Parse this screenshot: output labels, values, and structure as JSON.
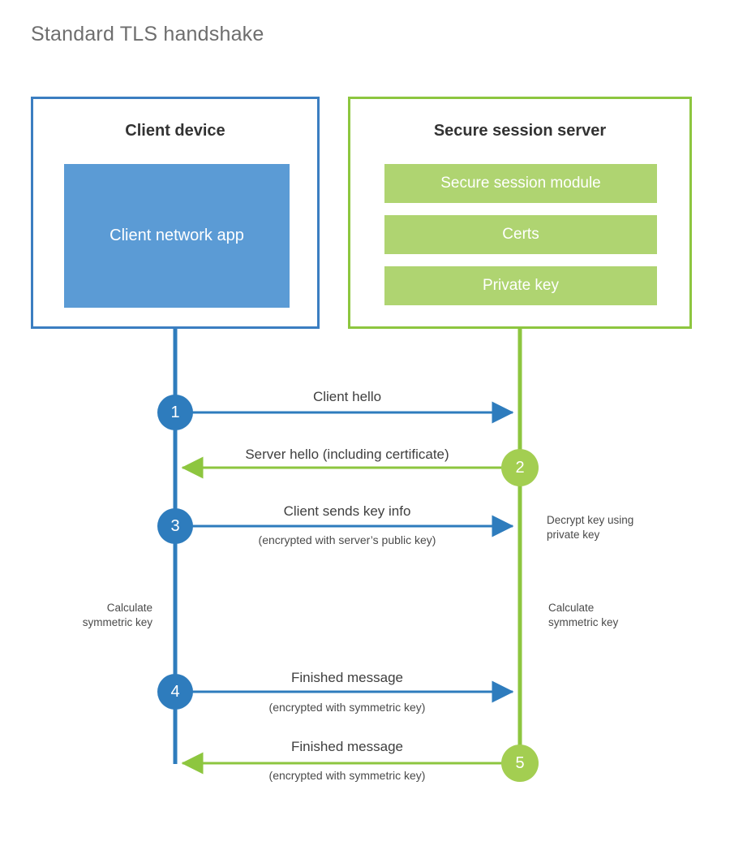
{
  "title": "Standard TLS handshake",
  "colors": {
    "client_border": "#3b7ec1",
    "client_block": "#5b9bd5",
    "client_line": "#2e7cbd",
    "client_circle": "#2e7cbd",
    "server_border": "#8dc63f",
    "server_bar": "#afd471",
    "server_line": "#8dc63f",
    "server_circle": "#a3ce51",
    "title_text": "#6e6e6e",
    "heading_text": "#333333",
    "label_text": "#3f3f3f"
  },
  "client": {
    "heading": "Client device",
    "block_label": "Client network app"
  },
  "server": {
    "heading": "Secure session server",
    "bars": [
      {
        "label": "Secure session module"
      },
      {
        "label": "Certs"
      },
      {
        "label": "Private key"
      }
    ]
  },
  "steps": [
    {
      "number": "1",
      "side": "client",
      "direction": "client-to-server",
      "label": "Client hello",
      "sublabel": ""
    },
    {
      "number": "2",
      "side": "server",
      "direction": "server-to-client",
      "label": "Server hello (including certificate)",
      "sublabel": ""
    },
    {
      "number": "3",
      "side": "client",
      "direction": "client-to-server",
      "label": "Client sends key info",
      "sublabel": "(encrypted with server’s public key)"
    },
    {
      "number": "4",
      "side": "client",
      "direction": "client-to-server",
      "label": "Finished message",
      "sublabel": "(encrypted with symmetric key)"
    },
    {
      "number": "5",
      "side": "server",
      "direction": "server-to-client",
      "label": "Finished message",
      "sublabel": "(encrypted with symmetric key)"
    }
  ],
  "notes": {
    "decrypt_key": "Decrypt key using\nprivate key",
    "client_calculate": "Calculate\nsymmetric key",
    "server_calculate": "Calculate\nsymmetric key"
  }
}
